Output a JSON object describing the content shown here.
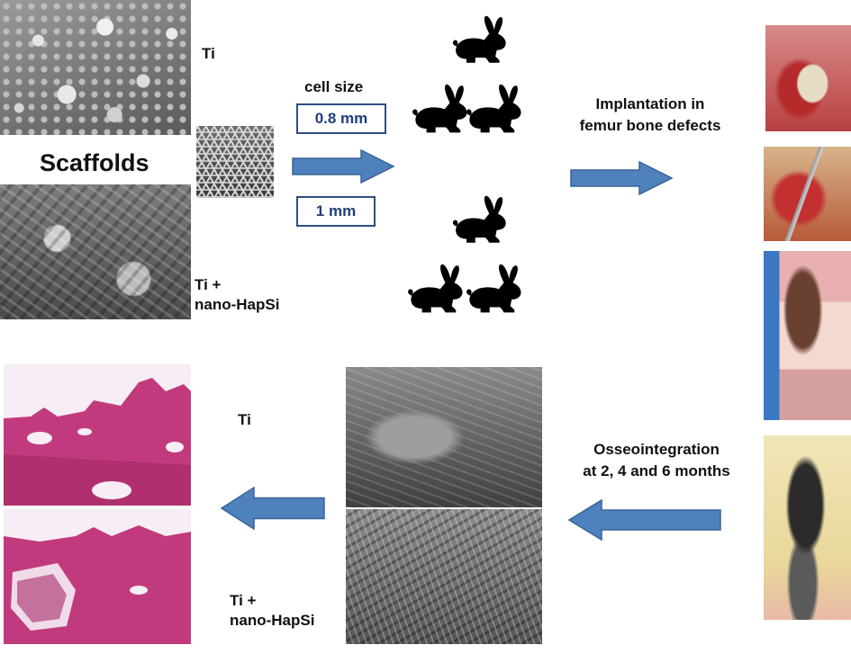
{
  "scaffolds_title": "Scaffolds",
  "label_ti_top": "Ti",
  "label_ti_hap_top": "Ti +\nnano-HapSi",
  "cell_size_label": "cell size",
  "cell_size_1": "0.8 mm",
  "cell_size_2": "1 mm",
  "implantation_label": "Implantation in\nfemur bone defects",
  "osseointegration_label": "Osseointegration\nat 2, 4 and 6 months",
  "label_ti_bottom": "Ti",
  "label_ti_hap_bottom": "Ti +\nnano-HapSi",
  "colors": {
    "arrow_fill": "#4f81bd",
    "arrow_stroke": "#3a6496",
    "box_border": "#2e4d86",
    "rabbit": "#000000",
    "histology_pink": "#c23a7e"
  }
}
